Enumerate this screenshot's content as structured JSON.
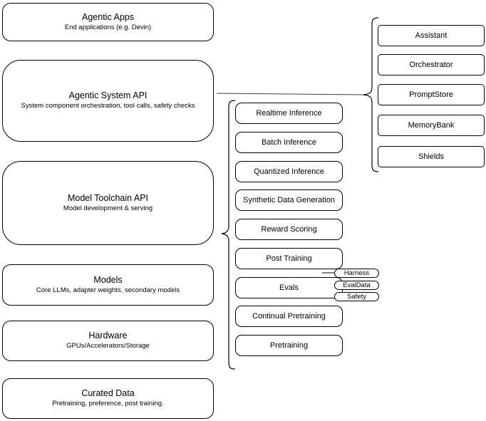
{
  "canvas": {
    "background": "#ffffff",
    "stroke_color": "#000000"
  },
  "left_column": {
    "boxes": [
      {
        "title": "Agentic Apps",
        "subtitle": "End applications (e.g. Devin)"
      },
      {
        "title": "Agentic System API",
        "subtitle": "System component orchestration, tool calls, safety checks"
      },
      {
        "title": "Model Toolchain API",
        "subtitle": "Model development & serving"
      },
      {
        "title": "Models",
        "subtitle": "Core LLMs, adapter weights, secondary models"
      },
      {
        "title": "Hardware",
        "subtitle": "GPUs/Accelerators/Storage"
      },
      {
        "title": "Curated Data",
        "subtitle": "Pretraining, preference, post training."
      }
    ]
  },
  "middle_column": {
    "items": [
      "Realtime Inference",
      "Batch Inference",
      "Quantized Inference",
      "Synthetic Data Generation",
      "Reward Scoring",
      "Post Training",
      "Evals",
      "Continual Pretraining",
      "Pretraining"
    ]
  },
  "eval_pills": [
    "Harness",
    "EvalData",
    "Safety"
  ],
  "right_column": {
    "items": [
      "Assistant",
      "Orchestrator",
      "PromptStore",
      "MemoryBank",
      "Shields"
    ]
  }
}
